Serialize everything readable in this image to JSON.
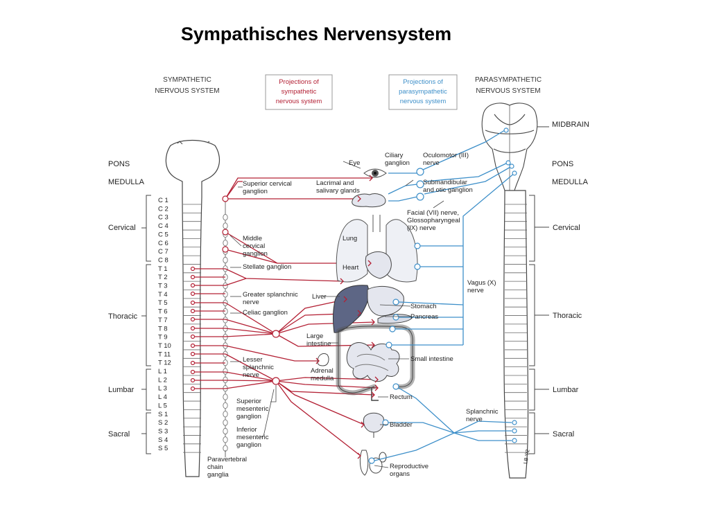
{
  "title": "Sympathisches Nervensystem",
  "headers": {
    "sympathetic": [
      "SYMPATHETIC",
      "NERVOUS SYSTEM"
    ],
    "parasympathetic": [
      "PARASYMPATHETIC",
      "NERVOUS SYSTEM"
    ],
    "projections_sympathetic": [
      "Projections of",
      "sympathetic",
      "nervous system"
    ],
    "projections_parasympathetic": [
      "Projections of",
      "parasympathetic",
      "nervous system"
    ]
  },
  "left_regions": {
    "pons": "PONS",
    "medulla": "MEDULLA",
    "cervical": "Cervical",
    "thoracic": "Thoracic",
    "lumbar": "Lumbar",
    "sacral": "Sacral"
  },
  "segments": [
    "C 1",
    "C 2",
    "C 3",
    "C 4",
    "C 5",
    "C 6",
    "C 7",
    "C 8",
    "T 1",
    "T 2",
    "T 3",
    "T 4",
    "T 5",
    "T 6",
    "T 7",
    "T 8",
    "T 9",
    "T 10",
    "T 11",
    "T 12",
    "L 1",
    "L 2",
    "L 3",
    "L 4",
    "L 5",
    "S 1",
    "S 2",
    "S 3",
    "S 4",
    "S 5"
  ],
  "right_regions": {
    "midbrain": "MIDBRAIN",
    "pons": "PONS",
    "medulla": "MEDULLA",
    "cervical": "Cervical",
    "thoracic": "Thoracic",
    "lumbar": "Lumbar",
    "sacral": "Sacral"
  },
  "ganglia": {
    "superior_cervical": [
      "Superior cervical",
      "ganglion"
    ],
    "middle_cervical": [
      "Middle",
      "cervical",
      "ganglion"
    ],
    "stellate": "Stellate ganglion",
    "greater_splanchnic": [
      "Greater splanchnic",
      "nerve"
    ],
    "celiac": "Celiac ganglion",
    "lesser_splanchnic": [
      "Lesser",
      "splanchnic",
      "nerve"
    ],
    "superior_mesenteric": [
      "Superior",
      "mesenteric",
      "ganglion"
    ],
    "inferior_mesenteric": [
      "Inferior",
      "mesenteric",
      "ganglion"
    ],
    "paravertebral": [
      "Paravertebral",
      "chain",
      "ganglia"
    ],
    "ciliary": [
      "Ciliary",
      "ganglion"
    ],
    "oculomotor": [
      "Oculomotor (III)",
      "nerve"
    ],
    "submandibular": [
      "Submandibular",
      "and otic ganglion"
    ],
    "facial": [
      "Facial (VII) nerve,",
      "Glossopharyngeal",
      "(IX) nerve"
    ],
    "vagus": [
      "Vagus (X)",
      "nerve"
    ],
    "splanchnic": [
      "Splanchnic",
      "nerve"
    ]
  },
  "organs": {
    "eye": "Eye",
    "lacrimal": [
      "Lacrimal and",
      "salivary glands"
    ],
    "lung": "Lung",
    "heart": "Heart",
    "liver": "Liver",
    "stomach": "Stomach",
    "pancreas": "Pancreas",
    "large_intestine": [
      "Large",
      "intestine"
    ],
    "small_intestine": "Small intestine",
    "adrenal": [
      "Adrenal",
      "medulla"
    ],
    "rectum": "Rectum",
    "bladder": "Bladder",
    "reproductive": [
      "Reproductive",
      "organs"
    ]
  },
  "colors": {
    "sympathetic": "#b32034",
    "parasympathetic": "#3d8fc9",
    "liver": "#5d6685",
    "organ_fill": "#e4e6ee"
  },
  "signature": "LB '92"
}
